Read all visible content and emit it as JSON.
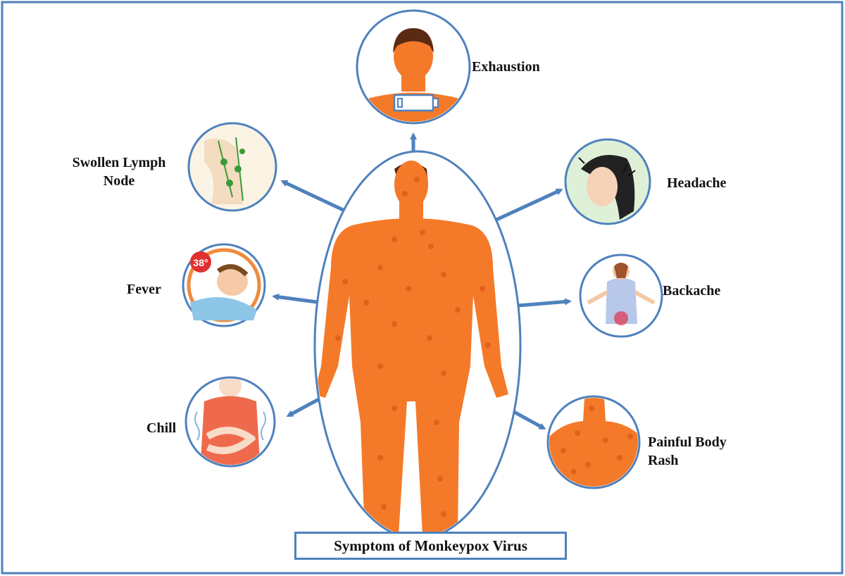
{
  "title": "Symptom of Monkeypox Virus",
  "symptoms": {
    "exhaustion": "Exhaustion",
    "swollen_lymph_node_line1": "Swollen Lymph",
    "swollen_lymph_node_line2": "Node",
    "headache": "Headache",
    "fever": "Fever",
    "fever_badge": "38°",
    "backache": "Backache",
    "chill": "Chill",
    "rash_line1": "Painful Body",
    "rash_line2": "Rash"
  },
  "colors": {
    "border": "#4f81bd",
    "skin": "#f47a2a",
    "hair": "#5a2a12",
    "spot": "#e8641a"
  }
}
